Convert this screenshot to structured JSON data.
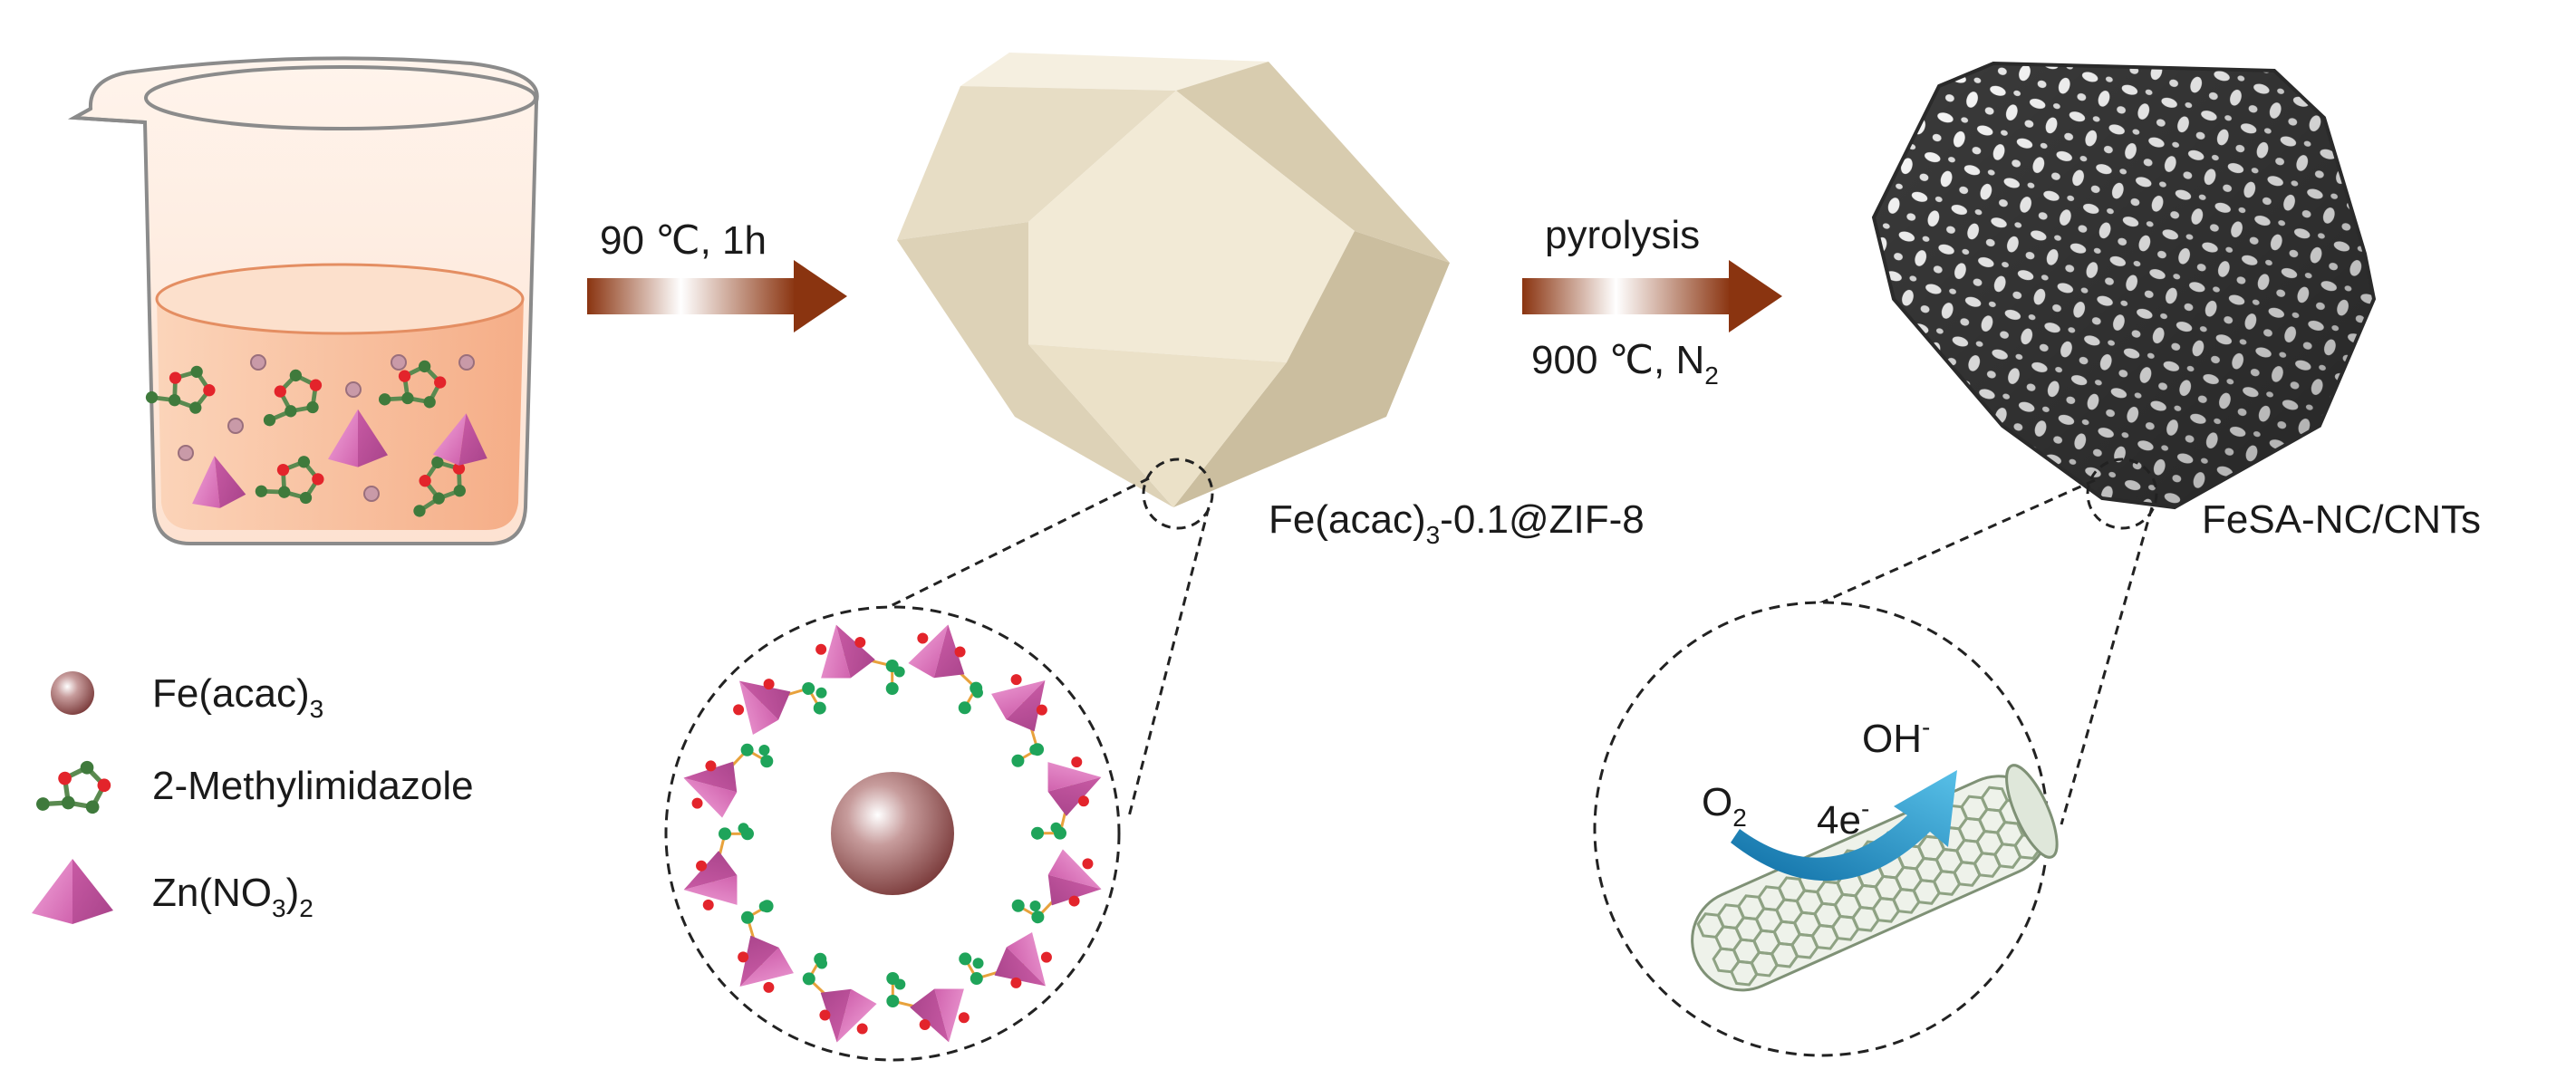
{
  "step1": {
    "condition": "90 ℃, 1h"
  },
  "step2": {
    "top": "pyrolysis",
    "bottom_prefix": "900 ℃, N",
    "bottom_sub": "2"
  },
  "products": {
    "zif": {
      "prefix": "Fe(acac)",
      "sub": "3",
      "suffix": "-0.1@ZIF-8"
    },
    "final": "FeSA-NC/CNTs"
  },
  "legend": [
    {
      "icon": "fe-acac-sphere-icon",
      "prefix": "Fe(acac)",
      "sub": "3",
      "suffix": ""
    },
    {
      "icon": "methylimidazole-icon",
      "prefix": "2-Methylimidazole",
      "sub": "",
      "suffix": ""
    },
    {
      "icon": "zn-tetrahedron-icon",
      "prefix": "Zn(NO",
      "sub": "3",
      "suffix": ")",
      "sub2": "2"
    }
  ],
  "orr": {
    "reactant": "O",
    "reactant_sub": "2",
    "electrons": "4e",
    "electrons_sup": "-",
    "product": "OH",
    "product_sup": "-"
  },
  "colors": {
    "arrow_dark": "#8a3410",
    "arrow_light": "#ffffff",
    "crystal_light": "#f2ebd9",
    "crystal_mid": "#e4dac2",
    "crystal_dark": "#cfc3a6",
    "zn_pink": "#e07ec0",
    "imidazole_green": "#2eab5e",
    "oxygen_red": "#e3242b",
    "fe_sphere": "#8c4a4a",
    "cnt_green": "#a7b89c",
    "orr_arrow": "#1f8bc0"
  }
}
